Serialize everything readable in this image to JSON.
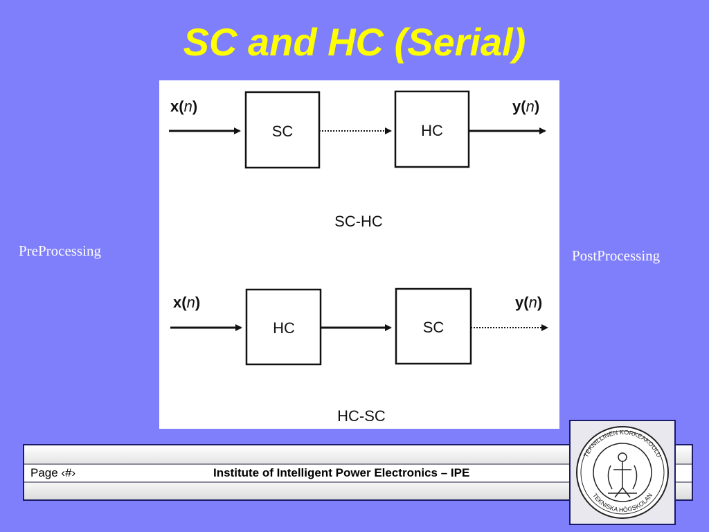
{
  "title": "SC and HC (Serial)",
  "left_note": "PreProcessing",
  "right_note": "PostProcessing",
  "diagram": {
    "top": {
      "input": {
        "var": "x",
        "arg": "n"
      },
      "block1": "SC",
      "block2": "HC",
      "output": {
        "var": "y",
        "arg": "n"
      },
      "caption": "SC-HC"
    },
    "bottom": {
      "input": {
        "var": "x",
        "arg": "n"
      },
      "block1": "HC",
      "block2": "SC",
      "output": {
        "var": "y",
        "arg": "n"
      },
      "caption": "HC-SC"
    }
  },
  "footer": {
    "page_label": "Page  ‹#›",
    "institute": "Institute of Intelligent Power Electronics – IPE"
  },
  "seal": {
    "text": "TEKNILLINEN KORKEAKOULU · TEKNISKA HÖGSKOLAN"
  },
  "colors": {
    "background": "#7f7ffb",
    "title": "#ffff00"
  }
}
